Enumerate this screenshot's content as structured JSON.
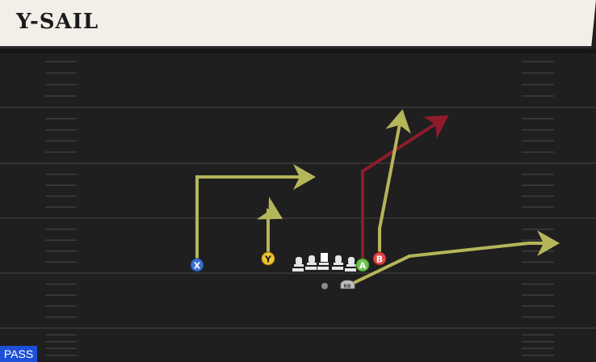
{
  "play": {
    "name": "Y-SAIL",
    "type": "PASS"
  },
  "players": {
    "X": {
      "label": "X",
      "color": "#3a6fd0"
    },
    "Y": {
      "label": "Y",
      "color": "#f0c330"
    },
    "A": {
      "label": "A",
      "color": "#6cc04a"
    },
    "B": {
      "label": "B",
      "color": "#e04848"
    },
    "RB": {
      "label": "RB",
      "color": "#bdbdbd"
    },
    "QB": {
      "label": "",
      "color": "#8a8a8a"
    }
  },
  "colors": {
    "route_primary": "#b5b55a",
    "route_highlight": "#8e1b2b",
    "lineman": "#e6e6e6",
    "field": "#1f1f1f",
    "yard_line": "#3a3a3a",
    "hash": "#3c3c3c"
  }
}
